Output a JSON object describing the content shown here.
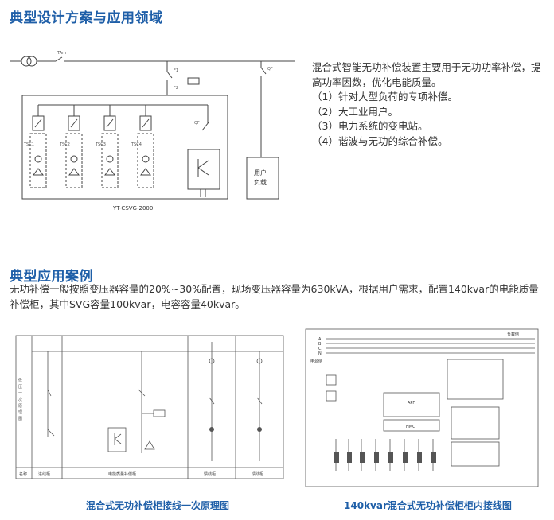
{
  "section1": {
    "title": "典型设计方案与应用领域",
    "diagram": {
      "model_label": "YT-CSVG-2000",
      "load_label_line1": "用户",
      "load_label_line2": "负载",
      "tsc_labels": [
        "TSC1",
        "TSC2",
        "TSC3",
        "TSC4"
      ]
    },
    "intro": "混合式智能无功补偿装置主要用于无功功率补偿，提高功率因数，优化电能质量。",
    "applications": [
      "（1）针对大型负荷的专项补偿。",
      "（2）大工业用户。",
      "（3）电力系统的变电站。",
      "（4）谐波与无功的综合补偿。"
    ]
  },
  "section2": {
    "title": "典型应用案例",
    "paragraph": "无功补偿一般按照变压器容量的20%~30%配置，现场变压器容量为630kVA，根据用户需求，配置140kvar的电能质量补偿柜，其中SVG容量100kvar，电容容量40kvar。",
    "diagram_left": {
      "footer_cells": [
        "名称",
        "进线柜",
        "电能质量补偿柜",
        "馈线柜",
        "馈线柜"
      ],
      "side_text": [
        "低",
        "压",
        "一",
        "次",
        "原",
        "理",
        "图"
      ]
    },
    "diagram_right": {
      "phase_labels": [
        "A",
        "B",
        "C",
        "N"
      ],
      "grid_label": "电源侧",
      "load_label": "负载侧",
      "apf_label": "APF",
      "hmc_label": "HMC"
    },
    "caption_left": "混合式无功补偿柜接线一次原理图",
    "caption_right": "140kvar混合式无功补偿柜柜内接线图"
  },
  "colors": {
    "heading": "#1f5fa8",
    "text": "#333333",
    "line": "#555555"
  }
}
